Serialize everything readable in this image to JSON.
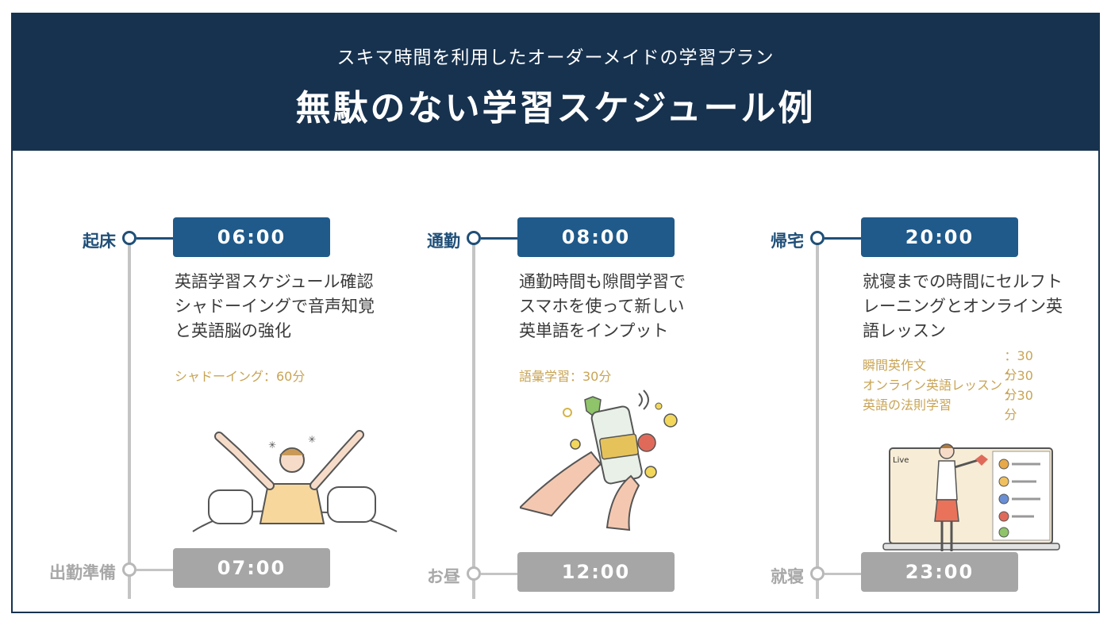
{
  "header": {
    "subtitle": "スキマ時間を利用したオーダーメイドの学習プラン",
    "title": "無駄のない学習スケジュール例"
  },
  "colors": {
    "navy": "#17324f",
    "accent_blue": "#1f5a8a",
    "gold": "#c9a455",
    "gray": "#a6a6a6"
  },
  "columns": [
    {
      "start_label": "起床",
      "start_time": "06:00",
      "description": [
        "英語学習スケジュール確認",
        "シャドーイングで音声知覚",
        "と英語脳の強化"
      ],
      "details": [
        {
          "name": "シャドーイング：60分",
          "value": ""
        }
      ],
      "end_label": "出勤準備",
      "end_time": "07:00",
      "illustration": "stretching-in-bed"
    },
    {
      "start_label": "通勤",
      "start_time": "08:00",
      "description": [
        "通勤時間も隙間学習で",
        "スマホを使って新しい",
        "英単語をインプット"
      ],
      "details": [
        {
          "name": "語彙学習：30分",
          "value": ""
        }
      ],
      "end_label": "お昼",
      "end_time": "12:00",
      "illustration": "hands-with-smartphone"
    },
    {
      "start_label": "帰宅",
      "start_time": "20:00",
      "description": [
        "就寝までの時間にセルフト",
        "レーニングとオンライン英",
        "語レッスン"
      ],
      "details": [
        {
          "name": "瞬間英作文",
          "value": "：30分"
        },
        {
          "name": "オンライン英語レッスン",
          "value": "：30分"
        },
        {
          "name": "英語の法則学習",
          "value": "：30分"
        }
      ],
      "end_label": "就寝",
      "end_time": "23:00",
      "illustration": "online-lesson-laptop",
      "live_badge": "Live"
    }
  ]
}
